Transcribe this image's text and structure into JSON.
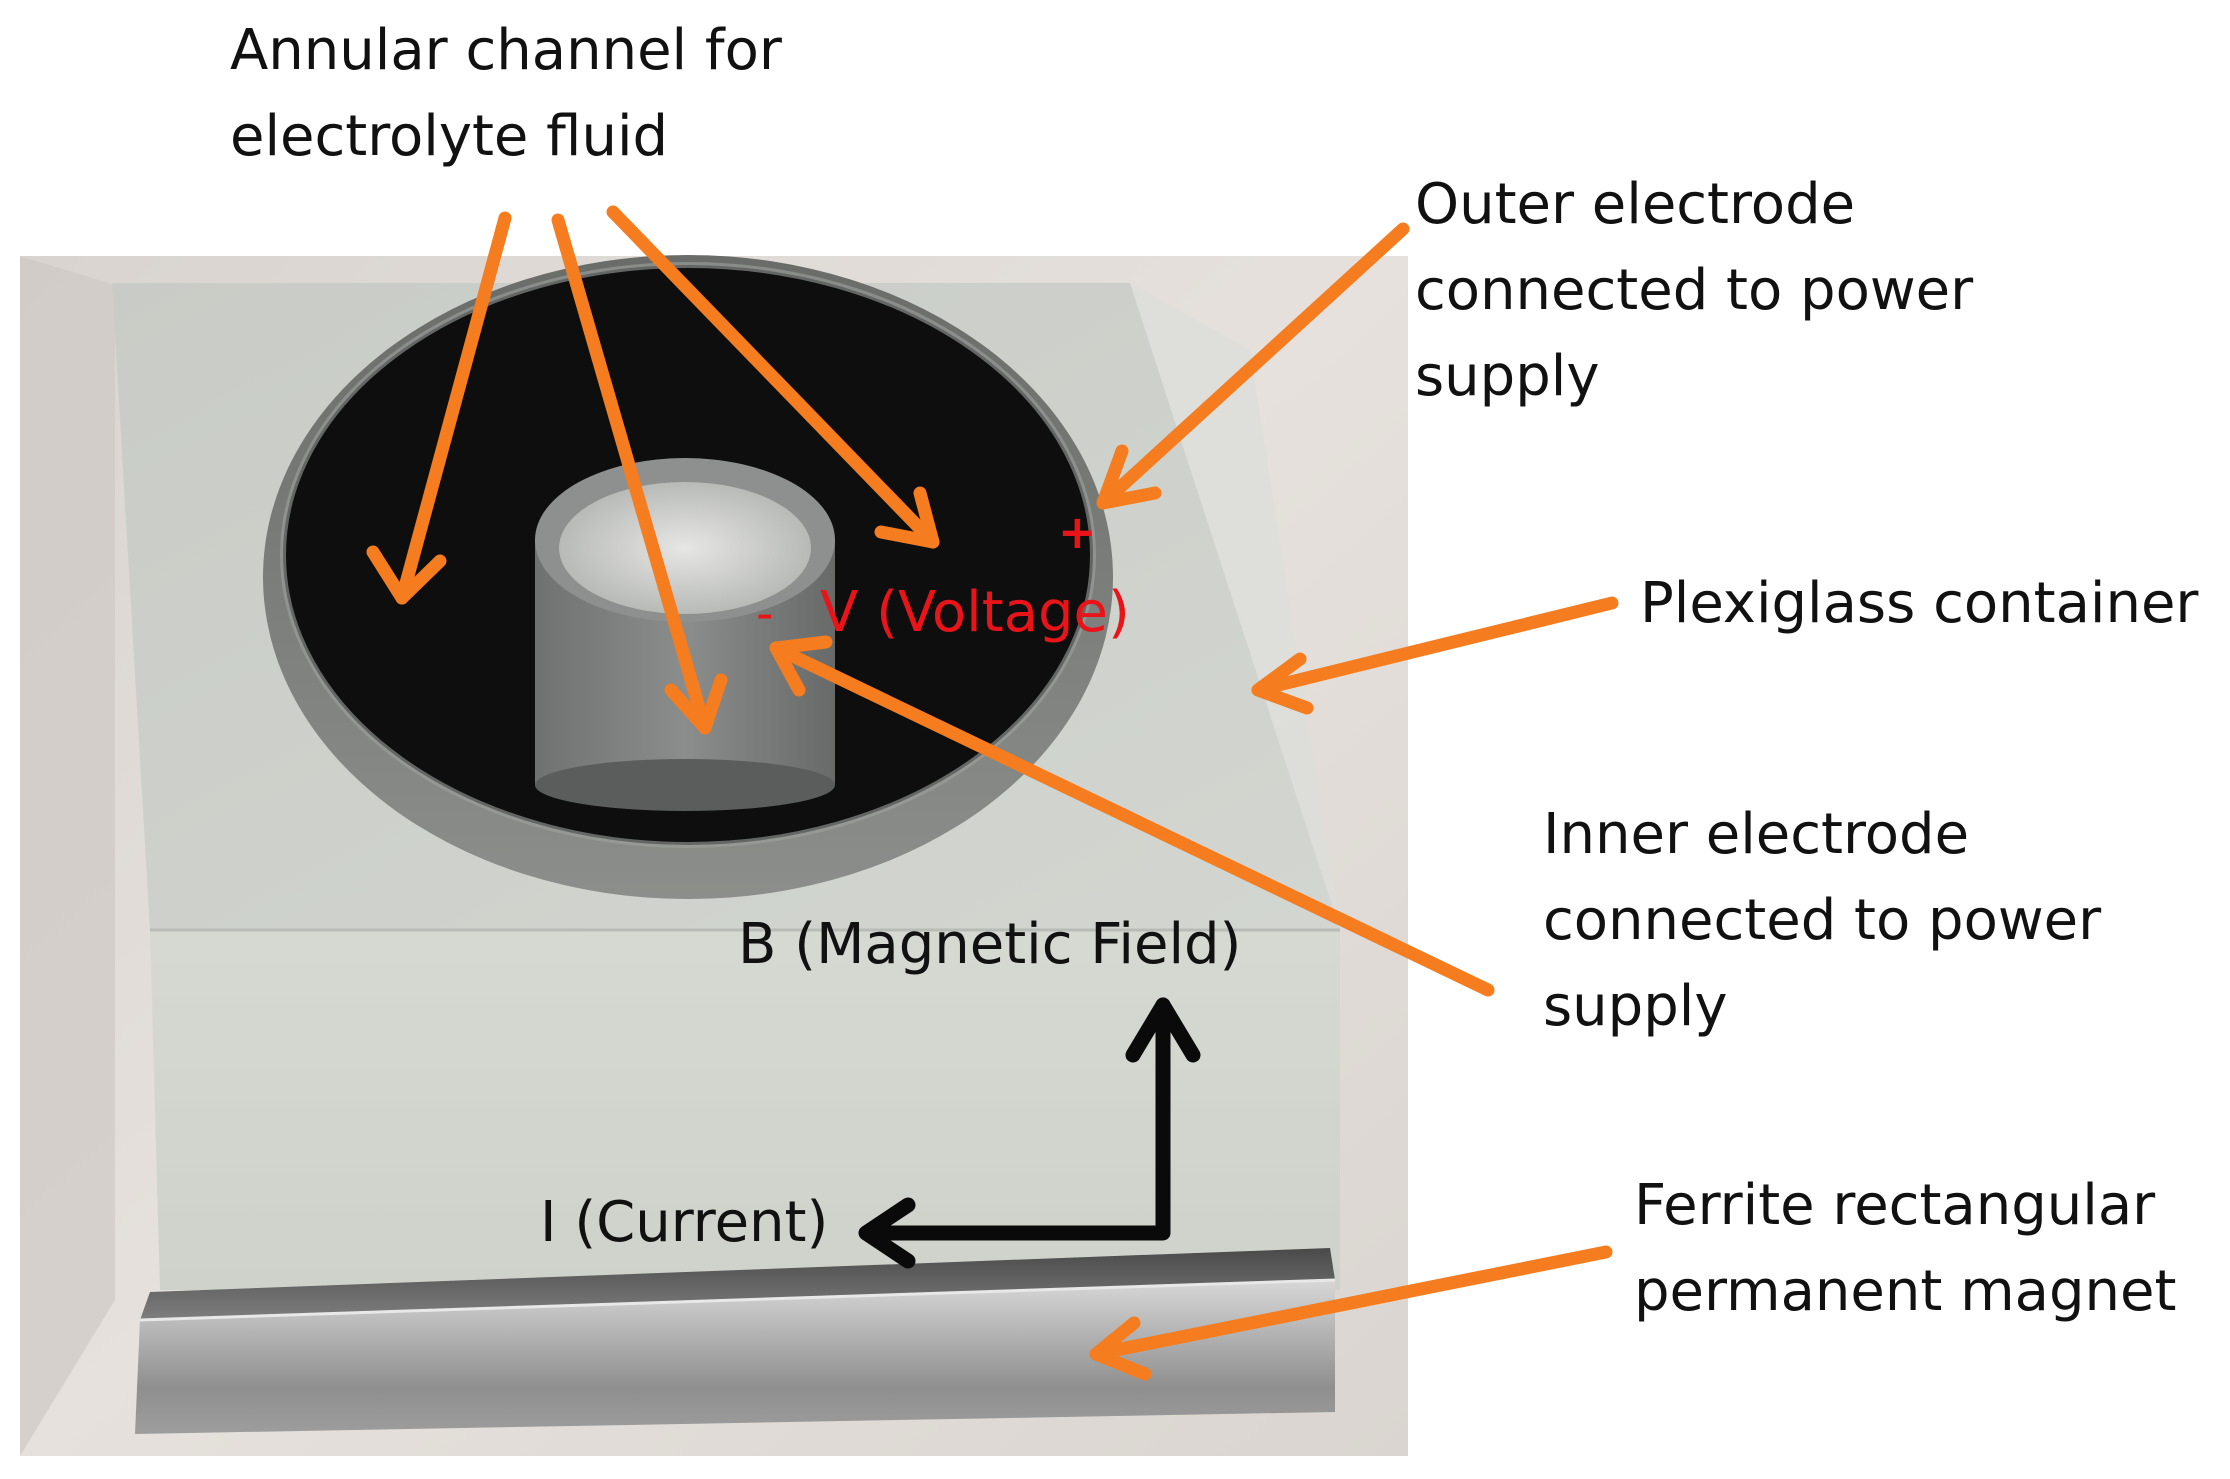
{
  "annotations": {
    "annular_channel": [
      "Annular channel for",
      "electrolyte fluid"
    ],
    "outer_electrode": [
      "Outer electrode",
      "connected to power",
      "supply"
    ],
    "plexiglass": [
      "Plexiglass container"
    ],
    "inner_electrode": [
      "Inner electrode",
      "connected to power",
      "supply"
    ],
    "magnet": [
      "Ferrite rectangular",
      "permanent magnet"
    ]
  },
  "photo_labels": {
    "plus": "+",
    "minus": "-",
    "voltage": "V (Voltage)",
    "magnetic_field": "B (Magnetic Field)",
    "current": "I (Current)"
  },
  "colors": {
    "arrow": "#f57c1f",
    "voltage_text": "#e8141a",
    "axis_arrow": "#0a0a0a"
  }
}
